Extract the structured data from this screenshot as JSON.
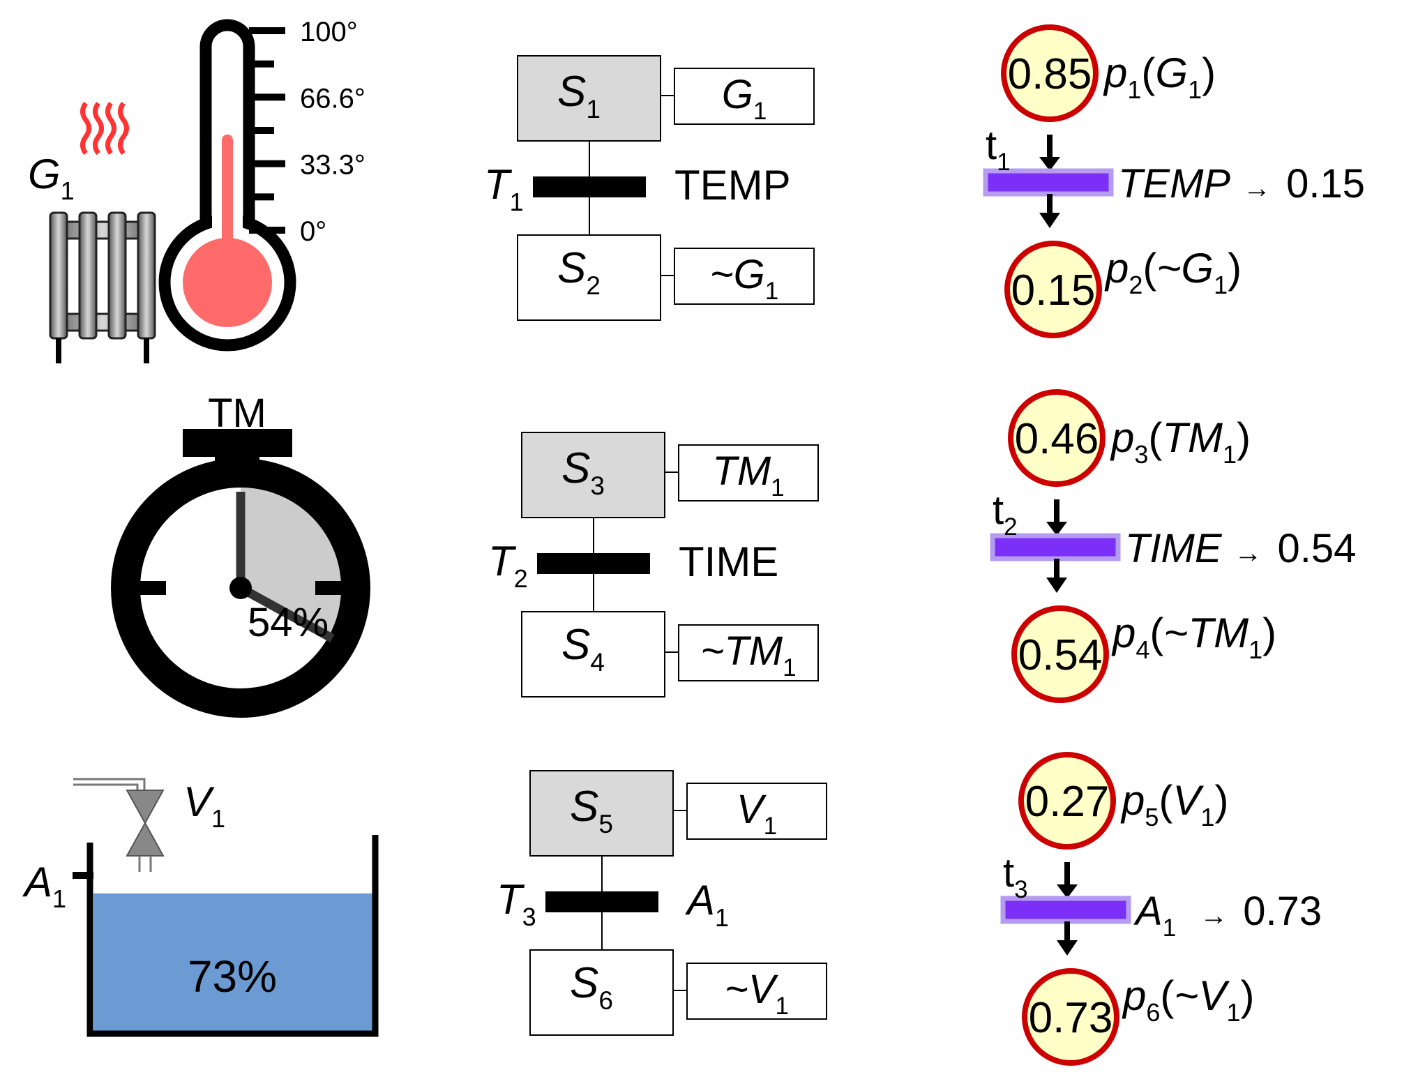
{
  "thermometer": {
    "ticks": [
      "100°",
      "66.6°",
      "33.3°",
      "0°"
    ],
    "radiator_label": {
      "main": "G",
      "sub": "1"
    },
    "level": 0.48
  },
  "timer": {
    "title": "TM",
    "percent_text": "54%",
    "fraction": 0.54
  },
  "tank": {
    "percent_text": "73%",
    "fraction": 0.73,
    "valve_label": {
      "main": "V",
      "sub": "1"
    },
    "alarm_label": {
      "main": "A",
      "sub": "1"
    }
  },
  "grafcet": [
    {
      "step_top": {
        "main": "S",
        "sub": "1"
      },
      "action_top": {
        "main": "G",
        "sub": "1"
      },
      "transition": {
        "main": "T",
        "sub": "1"
      },
      "condition": {
        "main": "TEMP",
        "sub": ""
      },
      "step_bottom": {
        "main": "S",
        "sub": "2"
      },
      "action_bottom": {
        "main": "~G",
        "sub": "1"
      }
    },
    {
      "step_top": {
        "main": "S",
        "sub": "3"
      },
      "action_top": {
        "main": "TM",
        "sub": "1"
      },
      "transition": {
        "main": "T",
        "sub": "2"
      },
      "condition": {
        "main": "TIME",
        "sub": ""
      },
      "step_bottom": {
        "main": "S",
        "sub": "4"
      },
      "action_bottom": {
        "main": "~TM",
        "sub": "1"
      }
    },
    {
      "step_top": {
        "main": "S",
        "sub": "5"
      },
      "action_top": {
        "main": "V",
        "sub": "1"
      },
      "transition": {
        "main": "T",
        "sub": "3"
      },
      "condition": {
        "main": "A",
        "sub": "1"
      },
      "step_bottom": {
        "main": "S",
        "sub": "6"
      },
      "action_bottom": {
        "main": "~V",
        "sub": "1"
      }
    }
  ],
  "petri": [
    {
      "place_top": {
        "value": "0.85",
        "label": {
          "pre": "p",
          "pre_sub": "1",
          "open": "(",
          "main": "G",
          "sub": "1",
          "close": ")"
        }
      },
      "transition": {
        "main": "t",
        "sub": "1"
      },
      "rule": {
        "main": "TEMP",
        "sub": "",
        "arrow": "→",
        "value": "0.15"
      },
      "place_bottom": {
        "value": "0.15",
        "label": {
          "pre": "p",
          "pre_sub": "2",
          "open": "(",
          "main": "~G",
          "sub": "1",
          "close": ")"
        }
      }
    },
    {
      "place_top": {
        "value": "0.46",
        "label": {
          "pre": "p",
          "pre_sub": "3",
          "open": "(",
          "main": "TM",
          "sub": "1",
          "close": ")"
        }
      },
      "transition": {
        "main": "t",
        "sub": "2"
      },
      "rule": {
        "main": "TIME",
        "sub": "",
        "arrow": "→",
        "value": "0.54"
      },
      "place_bottom": {
        "value": "0.54",
        "label": {
          "pre": "p",
          "pre_sub": "4",
          "open": "(",
          "main": "~TM",
          "sub": "1",
          "close": ")"
        }
      }
    },
    {
      "place_top": {
        "value": "0.27",
        "label": {
          "pre": "p",
          "pre_sub": "5",
          "open": "(",
          "main": "V",
          "sub": "1",
          "close": ")"
        }
      },
      "transition": {
        "main": "t",
        "sub": "3"
      },
      "rule": {
        "main": "A",
        "sub": "1",
        "arrow": "→",
        "value": "0.73"
      },
      "place_bottom": {
        "value": "0.73",
        "label": {
          "pre": "p",
          "pre_sub": "6",
          "open": "(",
          "main": "~V",
          "sub": "1",
          "close": ")"
        }
      }
    }
  ],
  "colors": {
    "ink": "#000000",
    "step_fill": "#d9d9d9",
    "thermo_fluid": "#ff6b6b",
    "heat_waves": "#ff3333",
    "timer_fill": "#cccccc",
    "water": "#6b9bd2",
    "place_fill": "#ffffc8",
    "place_stroke": "#cc0000",
    "petri_bar": "#7b2ff7",
    "petri_bar_edge": "#b59cf0",
    "valve": "#888888"
  }
}
